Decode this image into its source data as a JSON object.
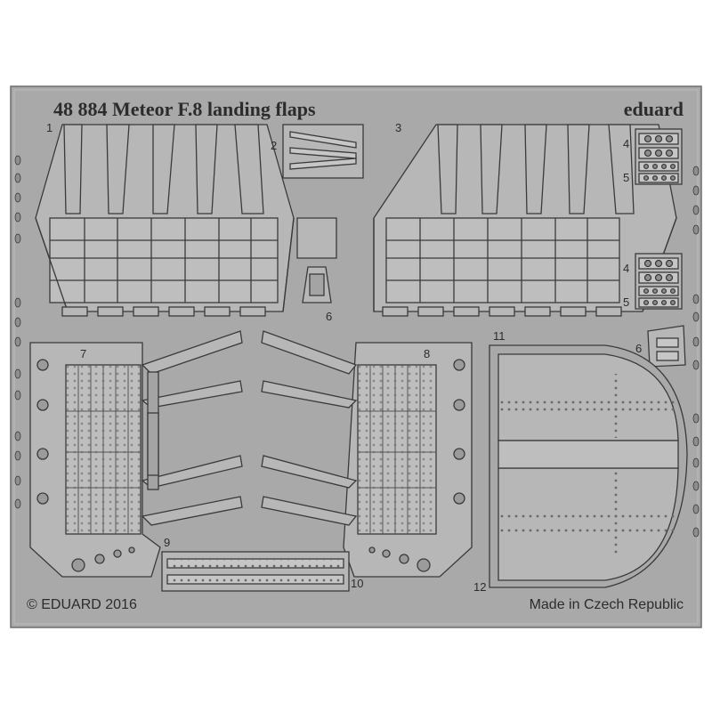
{
  "sheet": {
    "catalog_number": "48 884",
    "title": "Meteor F.8 landing flaps",
    "brand": "eduard",
    "copyright": "© EDUARD 2016",
    "origin": "Made in Czech Republic"
  },
  "part_numbers": {
    "p1": "1",
    "p2": "2",
    "p3": "3",
    "p4a": "4",
    "p5a": "5",
    "p4b": "4",
    "p5b": "5",
    "p6a": "6",
    "p6b": "6",
    "p7": "7",
    "p8": "8",
    "p9": "9",
    "p10": "10",
    "p11": "11",
    "p12": "12"
  },
  "colors": {
    "page": "#ffffff",
    "fret": "#a9a9a9",
    "part": "#b7b7b7",
    "line": "#3a3a3a",
    "text": "#2c2c2c"
  }
}
